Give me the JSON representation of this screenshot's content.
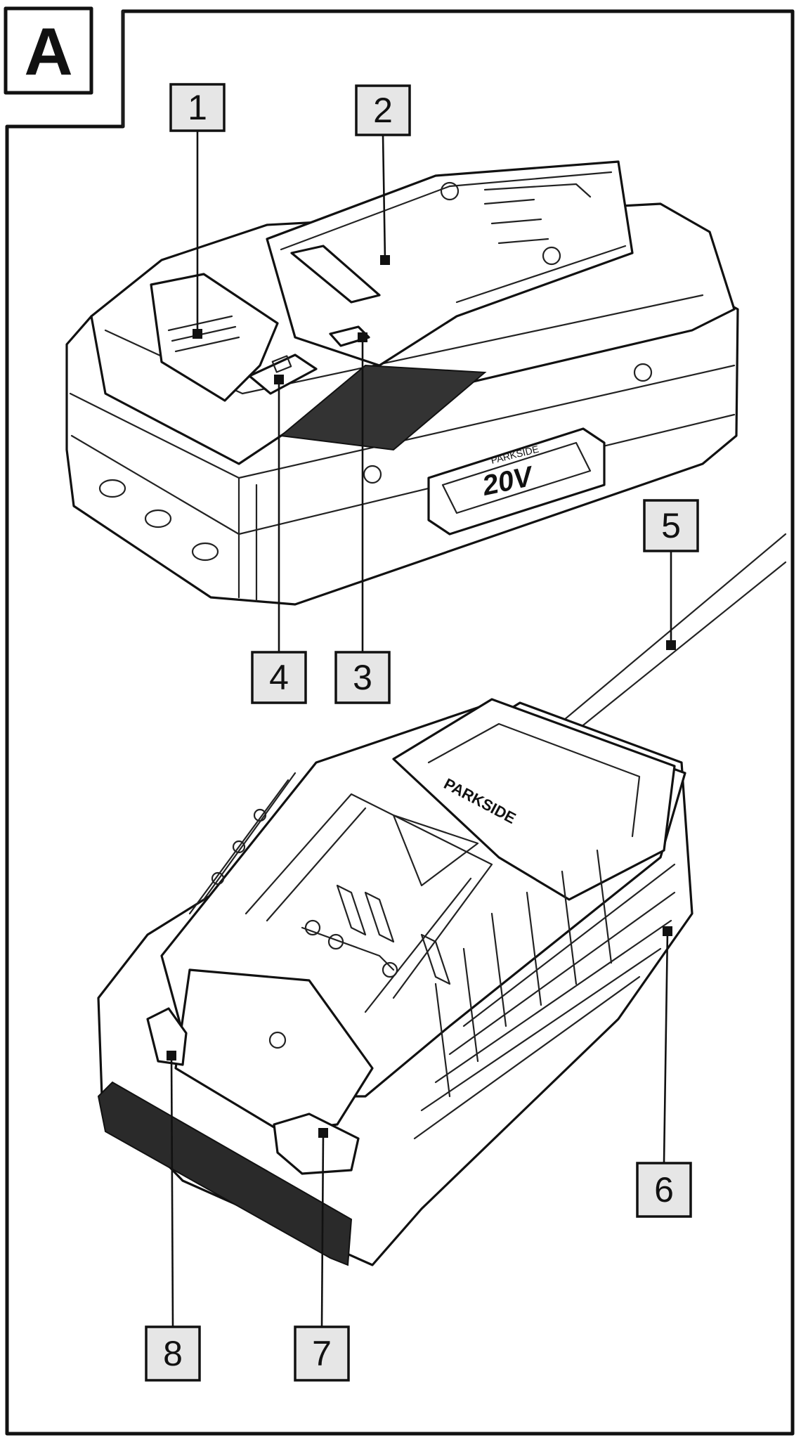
{
  "panel": {
    "label": "A"
  },
  "callouts": [
    {
      "id": "1",
      "label": "1"
    },
    {
      "id": "2",
      "label": "2"
    },
    {
      "id": "3",
      "label": "3"
    },
    {
      "id": "4",
      "label": "4"
    },
    {
      "id": "5",
      "label": "5"
    },
    {
      "id": "6",
      "label": "6"
    },
    {
      "id": "7",
      "label": "7"
    },
    {
      "id": "8",
      "label": "8"
    }
  ],
  "battery": {
    "badge_text": "20V",
    "brand_text": "PARKSIDE"
  },
  "charger": {
    "brand_text": "PARKSIDE"
  },
  "colors": {
    "ink": "#111111",
    "callout_fill": "#e6e6e6",
    "background": "#ffffff"
  }
}
